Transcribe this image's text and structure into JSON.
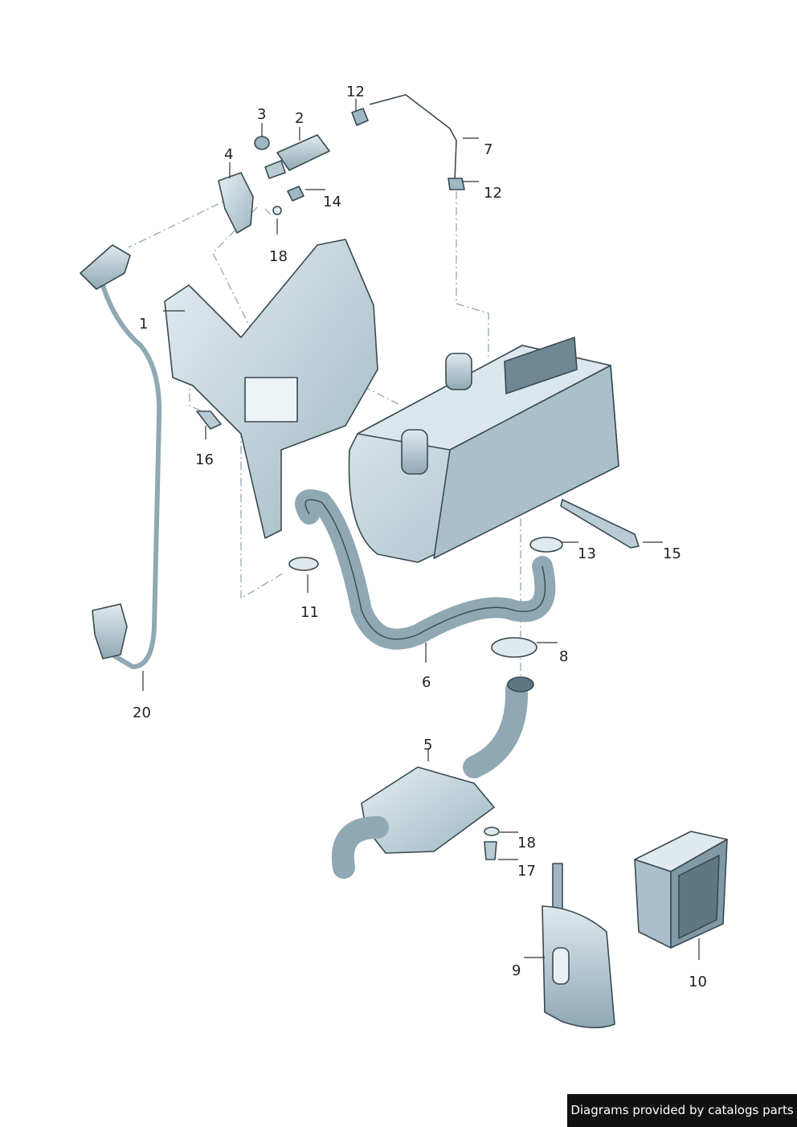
{
  "callouts": [
    "1",
    "2",
    "3",
    "4",
    "5",
    "6",
    "7",
    "8",
    "9",
    "10",
    "11",
    "12",
    "12",
    "13",
    "14",
    "15",
    "16",
    "17",
    "18",
    "18",
    "20"
  ],
  "footer": {
    "text": "Diagrams provided by catalogs parts"
  },
  "colors": {
    "part_fill": "#c9dbe2",
    "part_dark": "#7f9aa6",
    "outline": "#3a4a52",
    "leader": "#333333",
    "badge": "#111111"
  }
}
